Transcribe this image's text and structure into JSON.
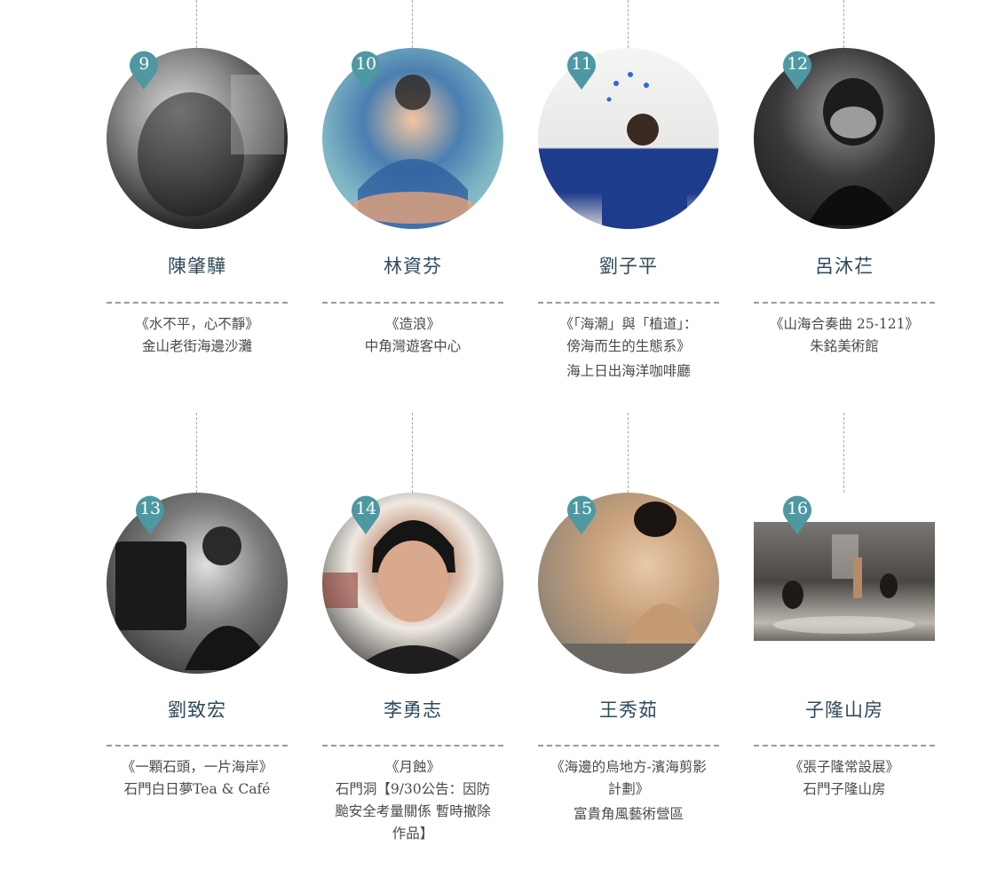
{
  "colors": {
    "badge": "#4e98a2",
    "name": "#2f4a5a",
    "text": "#4a4a4a",
    "dash": "#9a9a9a"
  },
  "artists": [
    {
      "number": "9",
      "name": "陳肇驊",
      "work": "《水不平，心不靜》",
      "location": "金山老街海邊沙灘",
      "extra": ""
    },
    {
      "number": "10",
      "name": "林資芬",
      "work": "《造浪》",
      "location": "中角灣遊客中心",
      "extra": ""
    },
    {
      "number": "11",
      "name": "劉子平",
      "work": "《「海潮」與「植道」：",
      "location": "傍海而生的生態系》",
      "extra": "海上日出海洋咖啡廳"
    },
    {
      "number": "12",
      "name": "呂沐芢",
      "work": "《山海合奏曲 25-121》",
      "location": "朱銘美術館",
      "extra": ""
    },
    {
      "number": "13",
      "name": "劉致宏",
      "work": "《一顆石頭，一片海岸》",
      "location": "石門白日夢Tea & Café",
      "extra": ""
    },
    {
      "number": "14",
      "name": "李勇志",
      "work": "《月蝕》",
      "location": "石門洞【9/30公告：因防",
      "extra": "颱安全考量關係 暫時撤除",
      "extra2": "作品】"
    },
    {
      "number": "15",
      "name": "王秀茹",
      "work": "《海邊的烏地方-濱海剪影",
      "location": "計劃》",
      "extra": "富貴角風藝術營區"
    },
    {
      "number": "16",
      "name": "子隆山房",
      "work": "《張子隆常設展》",
      "location": "石門子隆山房",
      "extra": ""
    }
  ]
}
